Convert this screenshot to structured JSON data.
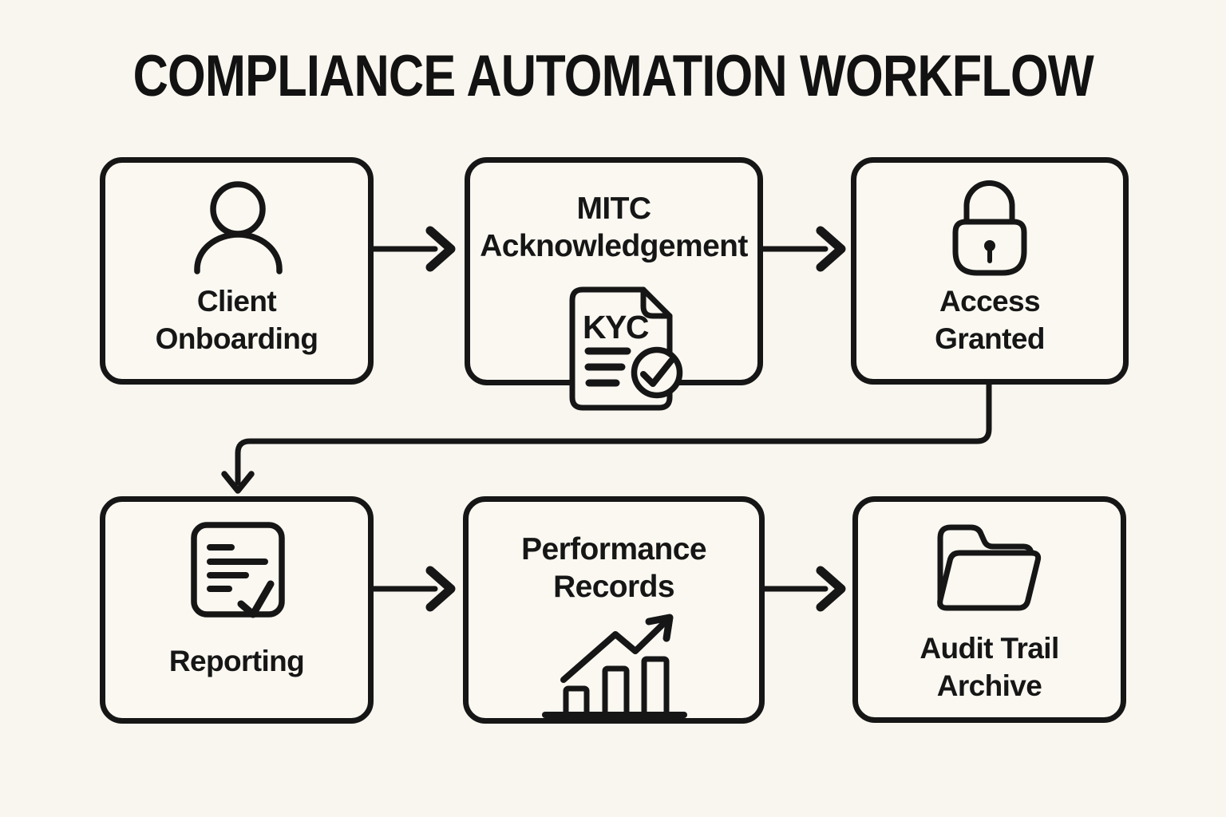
{
  "title": "COMPLIANCE AUTOMATION WORKFLOW",
  "colors": {
    "background": "#f9f6ef",
    "node_fill": "#faf8f1",
    "ink": "#161616"
  },
  "nodes": [
    {
      "id": "client-onboarding",
      "label_lines": [
        "Client",
        "Onboarding"
      ],
      "icon": "user-icon"
    },
    {
      "id": "mitc-acknowledgement",
      "label_lines": [
        "MITC",
        "Acknowledgement"
      ],
      "icon": "kyc-document-icon",
      "icon_text": "KYC"
    },
    {
      "id": "access-granted",
      "label_lines": [
        "Access",
        "Granted"
      ],
      "icon": "lock-icon"
    },
    {
      "id": "reporting",
      "label_lines": [
        "Reporting"
      ],
      "icon": "checklist-document-icon"
    },
    {
      "id": "performance-records",
      "label_lines": [
        "Performance",
        "Records"
      ],
      "icon": "bar-chart-growth-icon"
    },
    {
      "id": "audit-trail-archive",
      "label_lines": [
        "Audit Trail",
        "Archive"
      ],
      "icon": "open-folder-icon"
    }
  ],
  "connections": [
    {
      "from": "client-onboarding",
      "to": "mitc-acknowledgement",
      "style": "arrow-right"
    },
    {
      "from": "mitc-acknowledgement",
      "to": "access-granted",
      "style": "arrow-right"
    },
    {
      "from": "access-granted",
      "to": "reporting",
      "style": "elbow-down"
    },
    {
      "from": "reporting",
      "to": "performance-records",
      "style": "arrow-right"
    },
    {
      "from": "performance-records",
      "to": "audit-trail-archive",
      "style": "arrow-right"
    }
  ]
}
